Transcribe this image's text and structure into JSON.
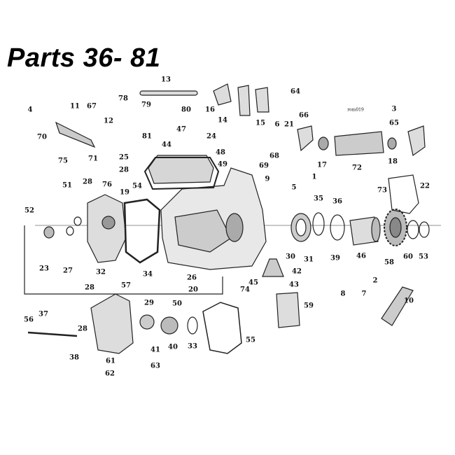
{
  "title": "Parts 36- 81",
  "drawing_code": "rom019",
  "callouts": [
    "13",
    "78",
    "79",
    "80",
    "16",
    "14",
    "15",
    "64",
    "3",
    "4",
    "11",
    "67",
    "12",
    "81",
    "70",
    "71",
    "75",
    "47",
    "24",
    "44",
    "25",
    "48",
    "28",
    "49",
    "6",
    "21",
    "66",
    "65",
    "68",
    "69",
    "1",
    "17",
    "72",
    "18",
    "9",
    "5",
    "73",
    "22",
    "51",
    "28",
    "76",
    "19",
    "54",
    "52",
    "35",
    "36",
    "23",
    "27",
    "32",
    "34",
    "30",
    "31",
    "39",
    "46",
    "58",
    "60",
    "53",
    "26",
    "42",
    "20",
    "74",
    "45",
    "43",
    "28",
    "57",
    "2",
    "8",
    "7",
    "10",
    "59",
    "29",
    "50",
    "56",
    "37",
    "28",
    "41",
    "40",
    "33",
    "55",
    "38",
    "61",
    "63",
    "62"
  ]
}
